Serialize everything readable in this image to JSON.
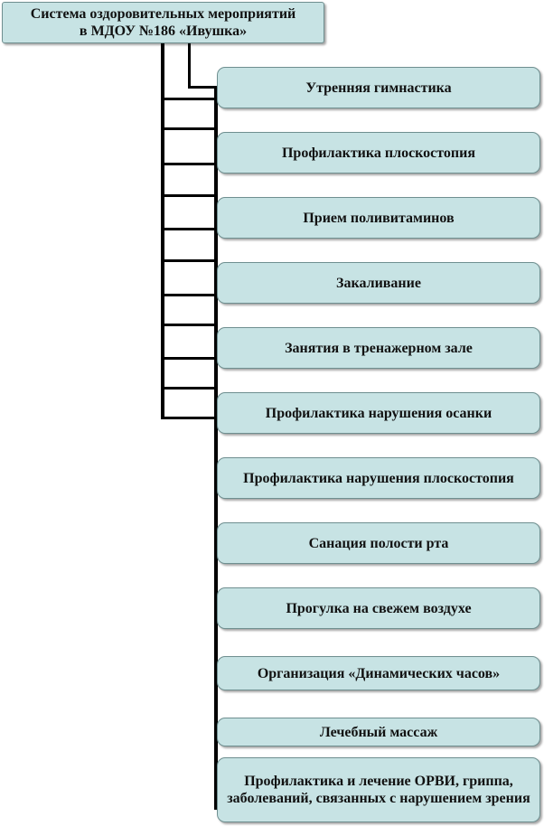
{
  "title": {
    "line1": "Система оздоровительных мероприятий",
    "line2": "в МДОУ №186 «Ивушка»"
  },
  "items": [
    "Утренняя гимнастика",
    "Профилактика плоскостопия",
    "Прием поливитаминов",
    "Закаливание",
    "Занятия в тренажерном зале",
    "Профилактика нарушения осанки",
    "Профилактика нарушения плоскостопия",
    "Санация полости рта",
    "Прогулка на свежем воздухе",
    "Организация «Динамических часов»",
    "Лечебный массаж",
    "Профилактика и лечение ОРВИ, гриппа, заболеваний, связанных с нарушением зрения"
  ],
  "colors": {
    "box_fill": "#c7e3e4",
    "box_border": "#6f8f90",
    "connector": "#000000"
  }
}
